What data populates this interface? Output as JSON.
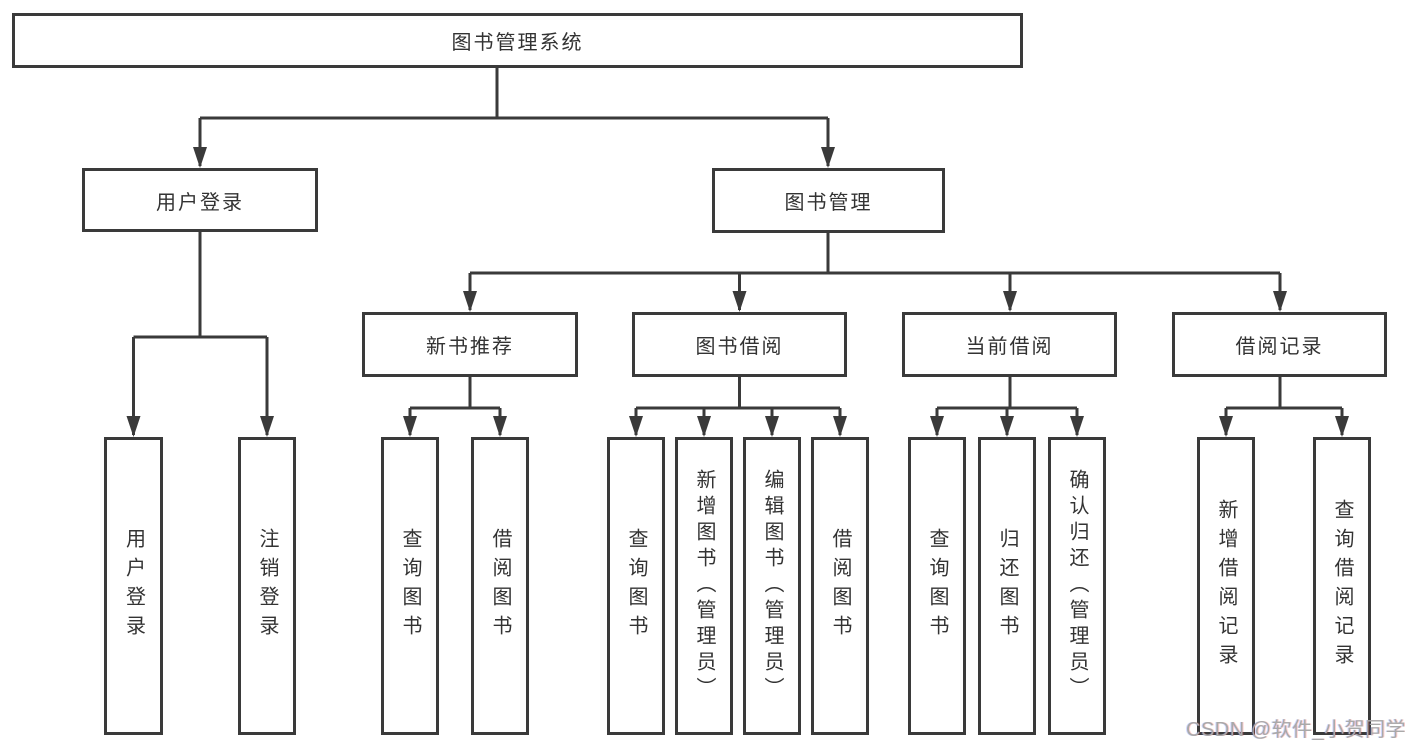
{
  "colors": {
    "line": "#3a3a3a",
    "text": "#333333",
    "box_bg": "#ffffff",
    "watermark": "#a9a9a9"
  },
  "watermark": {
    "text": "CSDN @软件_小贺同学"
  },
  "tree": {
    "root": {
      "label": "图书管理系统"
    },
    "level2": [
      {
        "label": "用户登录"
      },
      {
        "label": "图书管理"
      }
    ],
    "level3": [
      {
        "label": "新书推荐"
      },
      {
        "label": "图书借阅"
      },
      {
        "label": "当前借阅"
      },
      {
        "label": "借阅记录"
      }
    ],
    "leaves": [
      {
        "label": "用户登录"
      },
      {
        "label": "注销登录"
      },
      {
        "label": "查询图书"
      },
      {
        "label": "借阅图书"
      },
      {
        "label": "查询图书"
      },
      {
        "label": "新增图书（管理员）"
      },
      {
        "label": "编辑图书（管理员）"
      },
      {
        "label": "借阅图书"
      },
      {
        "label": "查询图书"
      },
      {
        "label": "归还图书"
      },
      {
        "label": "确认归还（管理员）"
      },
      {
        "label": "新增借阅记录"
      },
      {
        "label": "查询借阅记录"
      }
    ]
  }
}
